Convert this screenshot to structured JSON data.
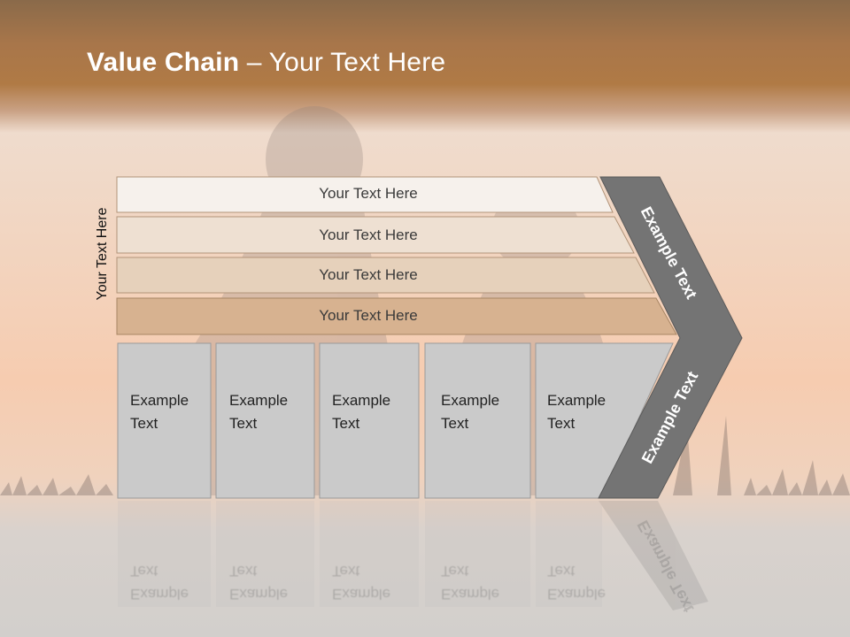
{
  "title": {
    "bold": "Value Chain",
    "rest": " – Your Text Here"
  },
  "side_label": "Your Text Here",
  "bands": [
    "Your Text Here",
    "Your Text Here",
    "Your Text Here",
    "Your Text Here"
  ],
  "boxes": [
    {
      "line1": "Example",
      "line2": "Text"
    },
    {
      "line1": "Example",
      "line2": "Text"
    },
    {
      "line1": "Example",
      "line2": "Text"
    },
    {
      "line1": "Example",
      "line2": "Text"
    },
    {
      "line1": "Example",
      "line2": "Text"
    }
  ],
  "chevron": {
    "upper": "Example Text",
    "lower": "Example Text"
  },
  "colors": {
    "header": "#a8764a",
    "band1": "#f6f1ec",
    "band2": "#eee0d2",
    "band3": "#e6d1bb",
    "band4": "#d7b290",
    "box": "#cacaca",
    "chevron": "#747474"
  }
}
